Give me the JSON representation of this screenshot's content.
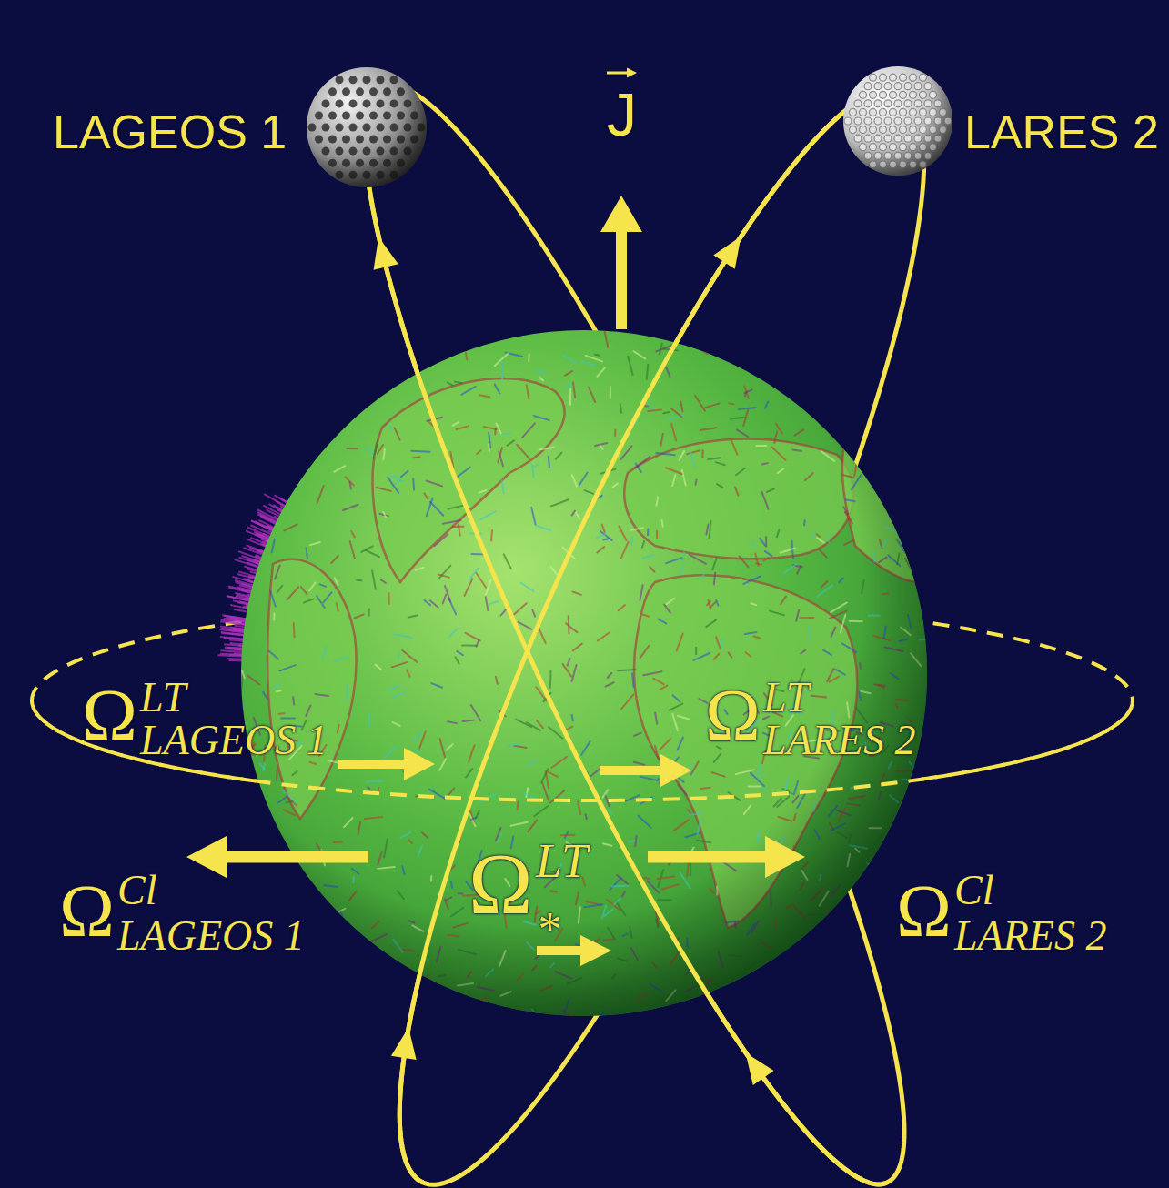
{
  "diagram": {
    "labels": [
      "LAGEOS 1",
      "J",
      "LARES 2",
      "Ω",
      "LT",
      "LAGEOS 1",
      "Ω",
      "LT",
      "LARES 2",
      "Ω",
      "Cl",
      "LAGEOS 1",
      "Ω",
      "LT",
      "*",
      "Ω",
      "Cl",
      "LARES 2"
    ]
  }
}
